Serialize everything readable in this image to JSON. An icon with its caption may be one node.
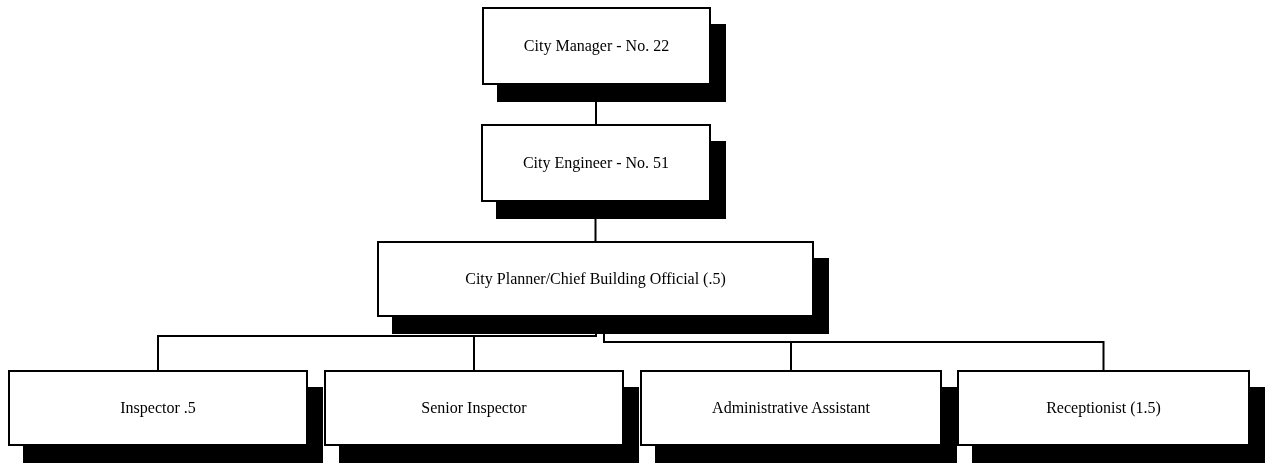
{
  "diagram": {
    "nodes": [
      {
        "text": [
          "City Manager - No. 22"
        ]
      },
      {
        "text": [
          "City Engineer - No. 51"
        ]
      },
      {
        "text": [
          "City Planner/Chief Building Official (.5)"
        ]
      },
      {
        "text": [
          "Inspector .5"
        ]
      },
      {
        "text": [
          "Senior Inspector"
        ]
      },
      {
        "text": [
          "Administrative Assistant"
        ]
      },
      {
        "text": [
          "Receptionist (1.5)"
        ]
      }
    ],
    "edges": [
      {
        "from": 0,
        "to": 1,
        "arrow": "none"
      },
      {
        "from": 1,
        "to": 2,
        "arrow": "none"
      },
      {
        "from": 2,
        "to": 3,
        "arrow": "none"
      },
      {
        "from": 2,
        "to": 4,
        "arrow": "none"
      },
      {
        "from": 2,
        "to": 5,
        "arrow": "none"
      },
      {
        "from": 2,
        "to": 6,
        "arrow": "none"
      }
    ]
  }
}
